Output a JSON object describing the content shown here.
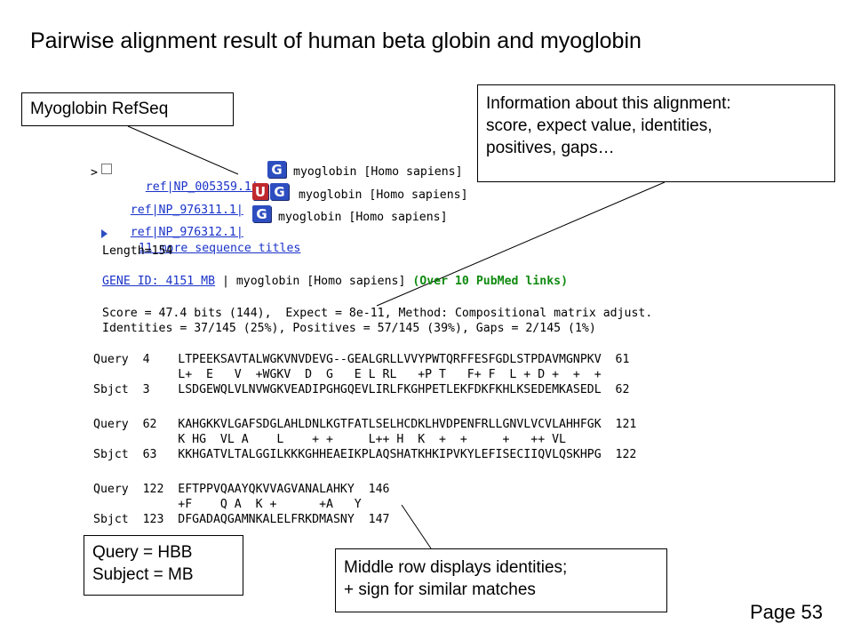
{
  "slide": {
    "title": "Pairwise alignment result of human beta globin and myoglobin",
    "page_label": "Page 53"
  },
  "callouts": {
    "refseq": "Myoglobin RefSeq",
    "info_line1": "Information about this alignment:",
    "info_line2": "score, expect value, identities,",
    "info_line3": "positives, gaps…",
    "query_label": "Query = HBB",
    "subject_label": "Subject = MB",
    "middle_line1": "Middle row displays identities;",
    "middle_line2": "+ sign for similar matches"
  },
  "blast": {
    "prompt_symbol": ">",
    "hits": [
      {
        "accession": "ref|NP_005359.1|",
        "badges": [
          "G"
        ],
        "description": "myoglobin [Homo sapiens]"
      },
      {
        "accession": "ref|NP_976311.1|",
        "badges": [
          "U",
          "G"
        ],
        "description": "myoglobin [Homo sapiens]"
      },
      {
        "accession": "ref|NP_976312.1|",
        "badges": [
          "G"
        ],
        "description": "myoglobin [Homo sapiens]"
      }
    ],
    "more_titles": "11 more sequence titles",
    "length": "Length=154",
    "gene_id_link": "GENE ID: 4151 MB",
    "gene_desc": " | myoglobin [Homo sapiens] ",
    "pubmed_link": "(Over 10 PubMed links)",
    "score_line": "Score = 47.4 bits (144),  Expect = 8e-11, Method: Compositional matrix adjust.",
    "identities_line": "Identities = 37/145 (25%), Positives = 57/145 (39%), Gaps = 2/145 (1%)",
    "alignment": [
      {
        "query": "Query  4    LTPEEKSAVTALWGKVNVDEVG--GEALGRLLVVYPWTQRFFESFGDLSTPDAVMGNPKV  61",
        "middle": "            L+  E   V  +WGKV  D  G   E L RL   +P T   F+ F  L + D +  +  +",
        "sbjct": "Sbjct  3    LSDGEWQLVLNVWGKVEADIPGHGQEVLIRLFKGHPETLEKFDKFKHLKSEDEMKASEDL  62"
      },
      {
        "query": "Query  62   KAHGKKVLGAFSDGLAHLDNLKGTFATLSELHCDKLHVDPENFRLLGNVLVCVLAHHFGK  121",
        "middle": "            K HG  VL A    L    + +     L++ H  K  +  +     +   ++ VL",
        "sbjct": "Sbjct  63   KKHGATVLTALGGILKKKGHHEAEIKPLAQSHATKHKIPVKYLEFISECIIQVLQSKHPG  122"
      },
      {
        "query": "Query  122  EFTPPVQAAYQKVVAGVANALAHKY  146",
        "middle": "            +F    Q A  K +      +A   Y",
        "sbjct": "Sbjct  123  DFGADAQGAMNKALELFRKDMASNY  147"
      }
    ]
  },
  "colors": {
    "link": "#1a33c8",
    "pubmed": "#108a10",
    "badge_g": "#2d4ec0",
    "badge_u": "#c0282d"
  }
}
